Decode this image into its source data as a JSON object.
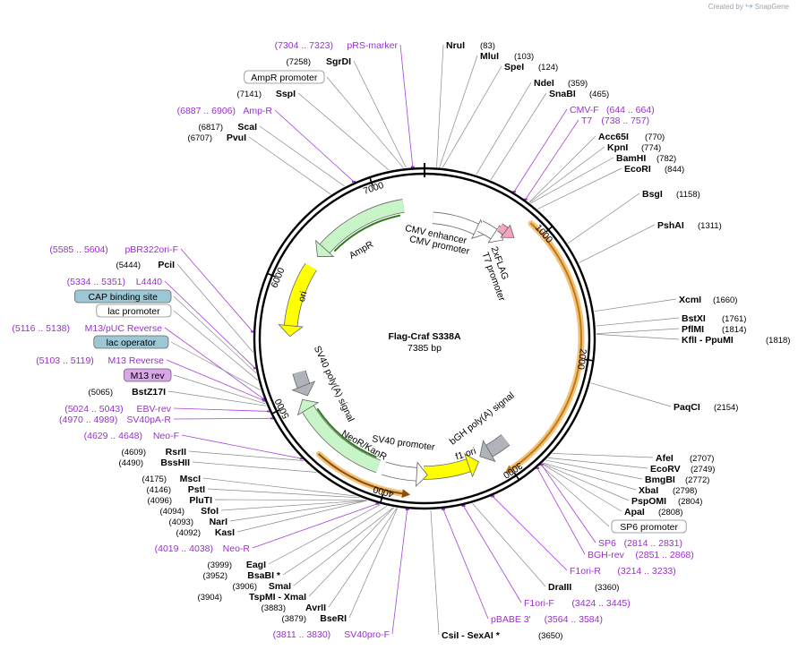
{
  "brand": {
    "prefix": "Created by",
    "name": "SnapGene"
  },
  "plasmid": {
    "name": "Flag-Craf S338A",
    "size": "7385 bp"
  },
  "ticks": [
    "1000",
    "2000",
    "3000",
    "4000",
    "5000",
    "6000",
    "7000"
  ],
  "features": [
    {
      "name": "CMV enhancer",
      "color": "#ffffff",
      "type": "promoter"
    },
    {
      "name": "CMV promoter",
      "color": "#ffffff",
      "type": "promoter"
    },
    {
      "name": "T7 promoter",
      "color": "#ffffff",
      "type": "promoter"
    },
    {
      "name": "2xFLAG",
      "color": "#f4a3c1",
      "type": "tag"
    },
    {
      "name": "bGH poly(A) signal",
      "color": "#b0b4ba",
      "type": "terminator"
    },
    {
      "name": "f1 ori",
      "color": "#ffff00",
      "type": "origin"
    },
    {
      "name": "SV40 promoter",
      "color": "#ffffff",
      "type": "promoter"
    },
    {
      "name": "NeoR/KanR",
      "color": "#c8f5c8",
      "type": "marker"
    },
    {
      "name": "SV40 poly(A) signal",
      "color": "#b0b4ba",
      "type": "terminator"
    },
    {
      "name": "ori",
      "color": "#ffff00",
      "type": "origin"
    },
    {
      "name": "AmpR",
      "color": "#c8f5c8",
      "type": "marker"
    }
  ],
  "right_labels": [
    {
      "name": "NruI",
      "pos": "(83)"
    },
    {
      "name": "MluI",
      "pos": "(103)"
    },
    {
      "name": "SpeI",
      "pos": "(124)"
    },
    {
      "name": "NdeI",
      "pos": "(359)"
    },
    {
      "name": "SnaBI",
      "pos": "(465)"
    },
    {
      "name": "CMV-F",
      "pos": "(644 .. 664)",
      "primer": true
    },
    {
      "name": "T7",
      "pos": "(738 .. 757)",
      "primer": true
    },
    {
      "name": "Acc65I",
      "pos": "(770)"
    },
    {
      "name": "KpnI",
      "pos": "(774)"
    },
    {
      "name": "BamHI",
      "pos": "(782)"
    },
    {
      "name": "EcoRI",
      "pos": "(844)"
    },
    {
      "name": "BsgI",
      "pos": "(1158)"
    },
    {
      "name": "PshAI",
      "pos": "(1311)"
    },
    {
      "name": "XcmI",
      "pos": "(1660)"
    },
    {
      "name": "BstXI",
      "pos": "(1761)"
    },
    {
      "name": "PflMI",
      "pos": "(1814)"
    },
    {
      "name": "KflI - PpuMI",
      "pos": "(1818)"
    },
    {
      "name": "PaqCI",
      "pos": "(2154)"
    },
    {
      "name": "AfeI",
      "pos": "(2707)"
    },
    {
      "name": "EcoRV",
      "pos": "(2749)"
    },
    {
      "name": "BmgBI",
      "pos": "(2772)"
    },
    {
      "name": "XbaI",
      "pos": "(2798)"
    },
    {
      "name": "PspOMI",
      "pos": "(2804)"
    },
    {
      "name": "ApaI",
      "pos": "(2808)"
    },
    {
      "name": "SP6 promoter",
      "pos": "",
      "boxed": true
    },
    {
      "name": "SP6",
      "pos": "(2814 .. 2831)",
      "primer": true
    },
    {
      "name": "BGH-rev",
      "pos": "(2851 .. 2868)",
      "primer": true
    },
    {
      "name": "F1ori-R",
      "pos": "(3214 .. 3233)",
      "primer": true
    },
    {
      "name": "DraIII",
      "pos": "(3360)"
    },
    {
      "name": "F1ori-F",
      "pos": "(3424 .. 3445)",
      "primer": true
    },
    {
      "name": "pBABE 3'",
      "pos": "(3564 .. 3584)",
      "primer": true
    },
    {
      "name": "CsiI - SexAI *",
      "pos": "(3650)"
    }
  ],
  "left_labels": [
    {
      "name": "pRS-marker",
      "pos": "(7304 .. 7323)",
      "primer": true
    },
    {
      "name": "SgrDI",
      "pos": "(7258)"
    },
    {
      "name": "AmpR promoter",
      "pos": "",
      "boxed": true
    },
    {
      "name": "SspI",
      "pos": "(7141)"
    },
    {
      "name": "Amp-R",
      "pos": "(6887 .. 6906)",
      "primer": true
    },
    {
      "name": "ScaI",
      "pos": "(6817)"
    },
    {
      "name": "PvuI",
      "pos": "(6707)"
    },
    {
      "name": "pBR322ori-F",
      "pos": "(5585 .. 5604)",
      "primer": true
    },
    {
      "name": "PciI",
      "pos": "(5444)"
    },
    {
      "name": "L4440",
      "pos": "(5334 .. 5351)",
      "primer": true
    },
    {
      "name": "CAP binding site",
      "pos": "",
      "boxed": "cyan"
    },
    {
      "name": "lac promoter",
      "pos": "",
      "boxed": true
    },
    {
      "name": "M13/pUC Reverse",
      "pos": "(5116 .. 5138)",
      "primer": true
    },
    {
      "name": "lac operator",
      "pos": "",
      "boxed": "cyan"
    },
    {
      "name": "M13 Reverse",
      "pos": "(5103 .. 5119)",
      "primer": true
    },
    {
      "name": "M13 rev",
      "pos": "",
      "boxed": "magenta"
    },
    {
      "name": "BstZ17I",
      "pos": "(5065)"
    },
    {
      "name": "EBV-rev",
      "pos": "(5024 .. 5043)",
      "primer": true
    },
    {
      "name": "SV40pA-R",
      "pos": "(4970 .. 4989)",
      "primer": true
    },
    {
      "name": "Neo-F",
      "pos": "(4629 .. 4648)",
      "primer": true
    },
    {
      "name": "RsrII",
      "pos": "(4609)"
    },
    {
      "name": "BssHII",
      "pos": "(4490)"
    },
    {
      "name": "MscI",
      "pos": "(4175)"
    },
    {
      "name": "PstI",
      "pos": "(4146)"
    },
    {
      "name": "PluTI",
      "pos": "(4096)"
    },
    {
      "name": "SfoI",
      "pos": "(4094)"
    },
    {
      "name": "NarI",
      "pos": "(4093)"
    },
    {
      "name": "KasI",
      "pos": "(4092)"
    },
    {
      "name": "Neo-R",
      "pos": "(4019 .. 4038)",
      "primer": true
    },
    {
      "name": "EagI",
      "pos": "(3999)"
    },
    {
      "name": "BsaBI *",
      "pos": "(3952)"
    },
    {
      "name": "SmaI",
      "pos": "(3906)"
    },
    {
      "name": "TspMI - XmaI",
      "pos": "(3904)"
    },
    {
      "name": "AvrII",
      "pos": "(3883)"
    },
    {
      "name": "BseRI",
      "pos": "(3879)"
    },
    {
      "name": "SV40pro-F",
      "pos": "(3811 .. 3830)",
      "primer": true
    }
  ]
}
